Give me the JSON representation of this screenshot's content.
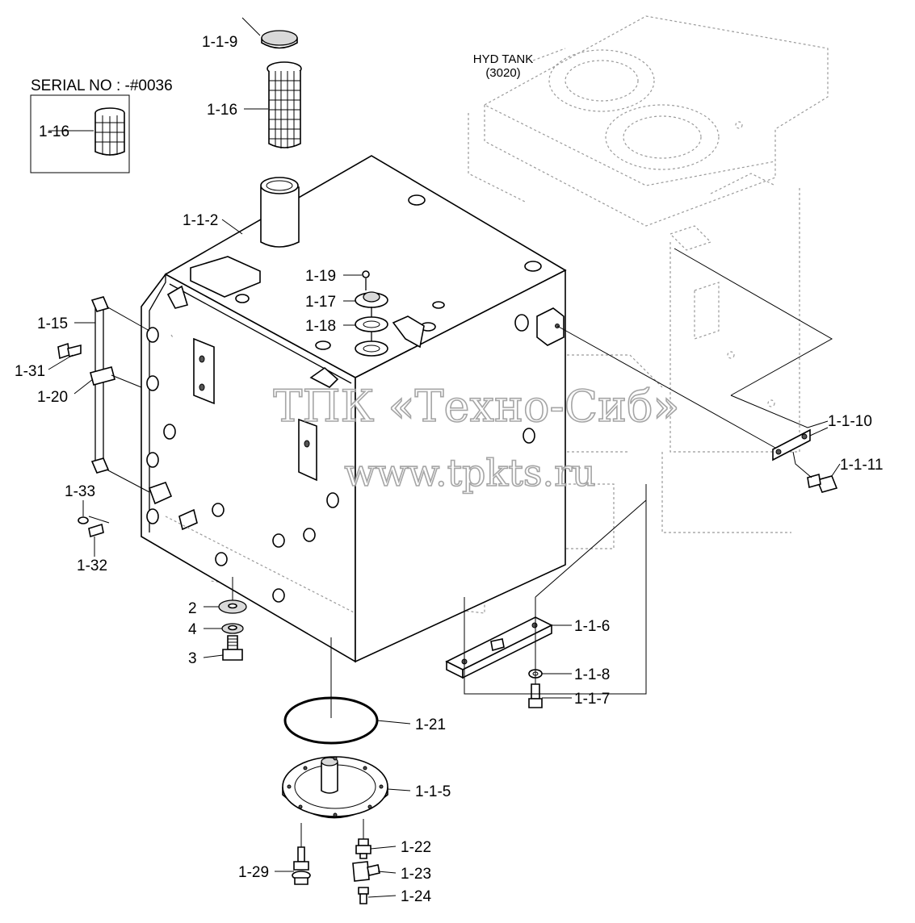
{
  "serial": {
    "label": "SERIAL NO : -#0036",
    "inset_part": "1-16"
  },
  "ref": {
    "name": "HYD TANK",
    "code": "(3020)"
  },
  "watermark": {
    "line1": "ТПК «Техно-Сиб»",
    "line2": "www.tpkts.ru"
  },
  "labels": [
    {
      "id": "1-1-9",
      "text": "1-1-9"
    },
    {
      "id": "1-16",
      "text": "1-16"
    },
    {
      "id": "1-1-2",
      "text": "1-1-2"
    },
    {
      "id": "1-19",
      "text": "1-19"
    },
    {
      "id": "1-17",
      "text": "1-17"
    },
    {
      "id": "1-18",
      "text": "1-18"
    },
    {
      "id": "1-15",
      "text": "1-15"
    },
    {
      "id": "1-31",
      "text": "1-31"
    },
    {
      "id": "1-20",
      "text": "1-20"
    },
    {
      "id": "1-33",
      "text": "1-33"
    },
    {
      "id": "1-32",
      "text": "1-32"
    },
    {
      "id": "1-1-10",
      "text": "1-1-10"
    },
    {
      "id": "1-1-11",
      "text": "1-1-11"
    },
    {
      "id": "2",
      "text": "2"
    },
    {
      "id": "4",
      "text": "4"
    },
    {
      "id": "3",
      "text": "3"
    },
    {
      "id": "1-1-6",
      "text": "1-1-6"
    },
    {
      "id": "1-1-8",
      "text": "1-1-8"
    },
    {
      "id": "1-1-7",
      "text": "1-1-7"
    },
    {
      "id": "1-21",
      "text": "1-21"
    },
    {
      "id": "1-1-5",
      "text": "1-1-5"
    },
    {
      "id": "1-22",
      "text": "1-22"
    },
    {
      "id": "1-29",
      "text": "1-29"
    },
    {
      "id": "1-23",
      "text": "1-23"
    },
    {
      "id": "1-24",
      "text": "1-24"
    }
  ]
}
